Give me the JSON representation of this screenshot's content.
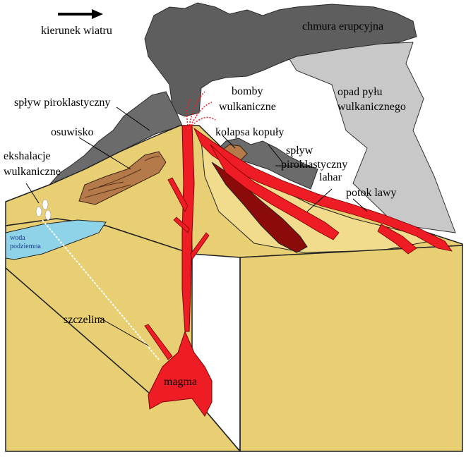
{
  "labels": {
    "wind_direction": "kierunek wiatru",
    "eruption_cloud": "chmura erupcyjna",
    "ash_fall_line1": "opad pyłu",
    "ash_fall_line2": "wulkanicznego",
    "volcanic_bombs_line1": "bomby",
    "volcanic_bombs_line2": "wulkaniczne",
    "pyroclastic_flow_left": "spływ piroklastyczny",
    "landslide": "osuwisko",
    "dome_collapse": "kolapsa kopuły",
    "pyroclastic_flow_right_line1": "spływ",
    "pyroclastic_flow_right_line2": "piroklastyczny",
    "lahar": "lahar",
    "lava_flow": "potok lawy",
    "fumaroles_line1": "ekshalacje",
    "fumaroles_line2": "wulkaniczne",
    "groundwater_line1": "woda",
    "groundwater_line2": "podziemna",
    "fissure": "szczelina",
    "magma": "magma"
  },
  "colors": {
    "ground": "#e8cf74",
    "ground_dark": "#d9b95a",
    "slope_light": "#f0dc8c",
    "ash_cloud": "#5e5e5e",
    "ash_fall": "#c8c8c8",
    "pyroclastic": "#6b6b6b",
    "magma": "#ee1c24",
    "landslide": "#b47a4a",
    "lahar": "#8b0a0a",
    "groundwater": "#8fd3e8"
  }
}
